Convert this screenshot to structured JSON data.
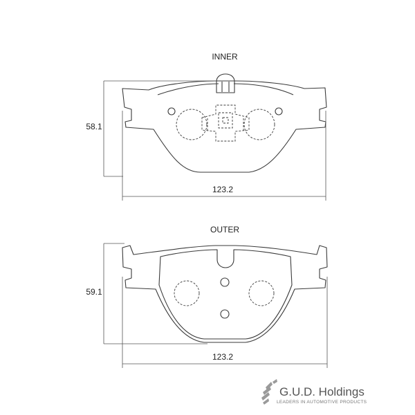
{
  "inner": {
    "title": "INNER",
    "height_dim": "58.1",
    "width_dim": "123.2"
  },
  "outer": {
    "title": "OUTER",
    "height_dim": "59.1",
    "width_dim": "123.2"
  },
  "brand": {
    "name": "G.U.D. Holdings",
    "tagline": "LEADERS IN AUTOMOTIVE PRODUCTS",
    "color": "#555555"
  },
  "icons": [
    "gud-logo-icon"
  ]
}
